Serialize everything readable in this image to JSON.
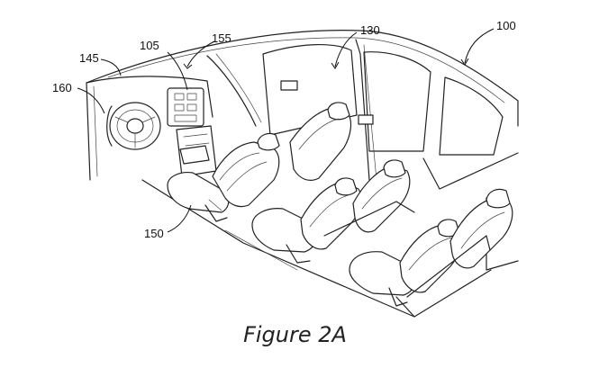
{
  "figure": {
    "caption": "Figure 2A",
    "references": {
      "vehicle": "100",
      "interior": "130",
      "display": "105",
      "console": "155",
      "dashboard": "145",
      "steering": "160",
      "seat": "150"
    }
  }
}
